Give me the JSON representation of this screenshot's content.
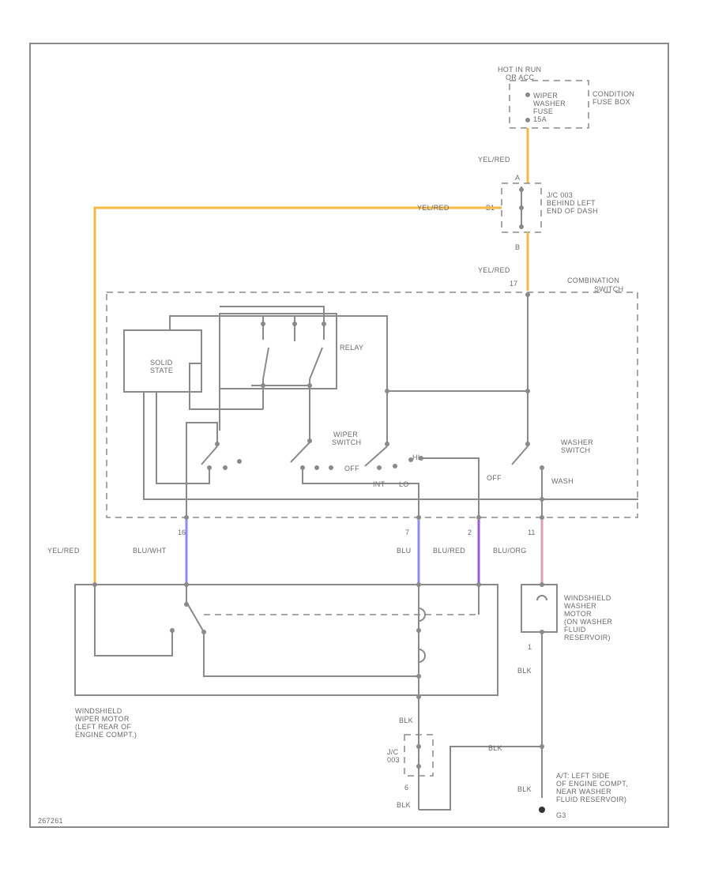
{
  "colors": {
    "yel_red": "#f5b942",
    "blu_wht": "#8c8cf0",
    "blu": "#8c8cf0",
    "blu_red": "#9a5cd6",
    "blu_org": "#d9a0b0",
    "line": "#8a8a8a"
  },
  "labels": {
    "hot_run_1": "HOT IN RUN",
    "hot_run_2": "OR ACC",
    "fuse_1": "WIPER",
    "fuse_2": "WASHER",
    "fuse_3": "FUSE",
    "fuse_4": "15A",
    "fusebox_1": "CONDITION",
    "fusebox_2": "FUSE BOX",
    "jc_1": "J/C 003",
    "jc_2": "BEHIND LEFT",
    "jc_3": "END OF DASH",
    "combo_1": "COMBINATION",
    "combo_2": "SWITCH",
    "solid_1": "SOLID",
    "solid_2": "STATE",
    "relay": "RELAY",
    "wiper_sw_1": "WIPER",
    "wiper_sw_2": "SWITCH",
    "washer_sw_1": "WASHER",
    "washer_sw_2": "SWITCH",
    "off_1": "OFF",
    "int": "INT",
    "lo": "LO",
    "hi": "HI",
    "off_2": "OFF",
    "wash": "WASH",
    "motor_1": "WINDSHIELD",
    "motor_2": "WIPER MOTOR",
    "motor_3": "(LEFT REAR OF",
    "motor_4": "ENGINE COMPT.)",
    "washer_motor_1": "WINDSHIELD",
    "washer_motor_2": "WASHER",
    "washer_motor_3": "MOTOR",
    "washer_motor_4": "(ON WASHER",
    "washer_motor_5": "FLUID",
    "washer_motor_6": "RESERVOIR)",
    "jc2": "J/C",
    "jc2_b": "003",
    "ground_1": "A/T: LEFT SIDE",
    "ground_2": "OF ENGINE COMPT,",
    "ground_3": "NEAR WASHER",
    "ground_4": "FLUID RESERVOIR)",
    "ground_5": "G3",
    "wire_yel_red": "YEL/RED",
    "wire_blu_wht": "BLU/WHT",
    "wire_blu": "BLU",
    "wire_blu_red": "BLU/RED",
    "wire_blu_org": "BLU/ORG",
    "wire_blk": "BLK",
    "pin_a": "A",
    "pin_b": "B",
    "pin_b1": "B1",
    "pin_16": "16",
    "pin_17": "17",
    "pin_7": "7",
    "pin_2": "2",
    "pin_11": "11",
    "pin_1": "1",
    "pin_6": "6",
    "footer_code": "267261"
  }
}
